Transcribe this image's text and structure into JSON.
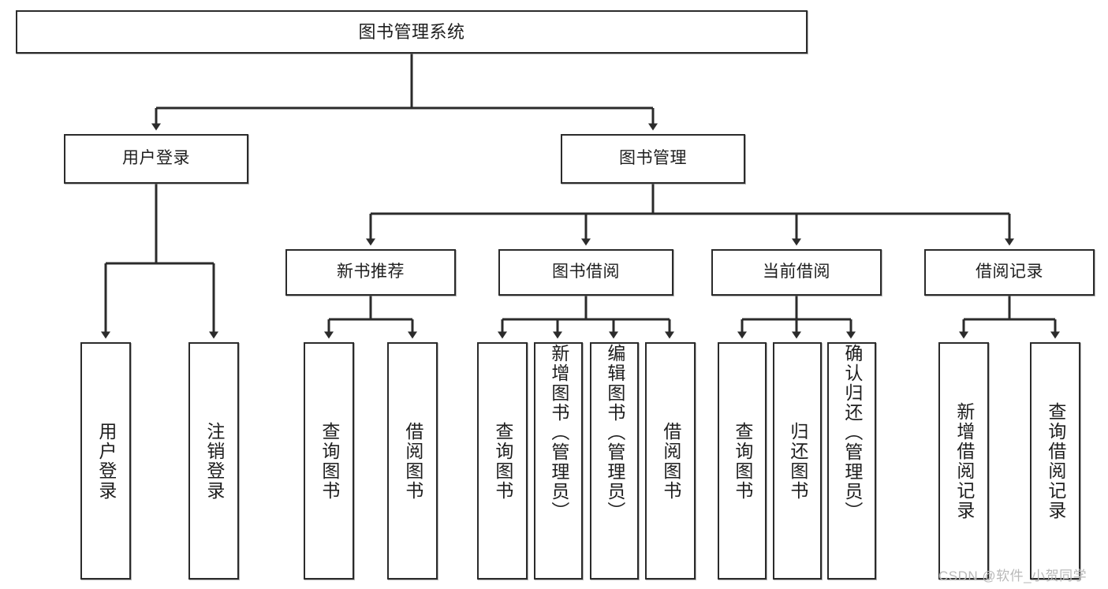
{
  "diagram": {
    "title": "图书管理系统",
    "type": "tree-hierarchy-chart",
    "watermark": "CSDN @软件_小贺同学",
    "colors": {
      "background": "#ffffff",
      "node_border": "#2b2b2b",
      "node_fill": "#ffffff",
      "edge": "#2b2b2b",
      "text": "#1e1e1e",
      "watermark": "#b9b9b9"
    },
    "levels": {
      "root": {
        "label": "图书管理系统"
      },
      "level2": [
        {
          "id": "user-login",
          "label": "用户登录"
        },
        {
          "id": "book-management",
          "label": "图书管理"
        }
      ],
      "level3": [
        {
          "id": "new-book-recommend",
          "label": "新书推荐"
        },
        {
          "id": "book-borrow",
          "label": "图书借阅"
        },
        {
          "id": "current-borrow",
          "label": "当前借阅"
        },
        {
          "id": "borrow-record",
          "label": "借阅记录"
        }
      ],
      "leaves": [
        {
          "id": "leaf-user-login",
          "label": "用户登录",
          "parent": "user-login"
        },
        {
          "id": "leaf-logout",
          "label": "注销登录",
          "parent": "user-login"
        },
        {
          "id": "leaf-query-book-1",
          "label": "查询图书",
          "parent": "new-book-recommend"
        },
        {
          "id": "leaf-borrow-book-1",
          "label": "借阅图书",
          "parent": "new-book-recommend"
        },
        {
          "id": "leaf-query-book-2",
          "label": "查询图书",
          "parent": "book-borrow"
        },
        {
          "id": "leaf-add-book",
          "label": "新增图书（管理员）",
          "parent": "book-borrow"
        },
        {
          "id": "leaf-edit-book",
          "label": "编辑图书（管理员）",
          "parent": "book-borrow"
        },
        {
          "id": "leaf-borrow-book-2",
          "label": "借阅图书",
          "parent": "book-borrow"
        },
        {
          "id": "leaf-query-book-3",
          "label": "查询图书",
          "parent": "current-borrow"
        },
        {
          "id": "leaf-return-book",
          "label": "归还图书",
          "parent": "current-borrow"
        },
        {
          "id": "leaf-confirm-return",
          "label": "确认归还（管理员）",
          "parent": "current-borrow"
        },
        {
          "id": "leaf-add-record",
          "label": "新增借阅记录",
          "parent": "borrow-record"
        },
        {
          "id": "leaf-query-record",
          "label": "查询借阅记录",
          "parent": "borrow-record"
        }
      ]
    }
  }
}
